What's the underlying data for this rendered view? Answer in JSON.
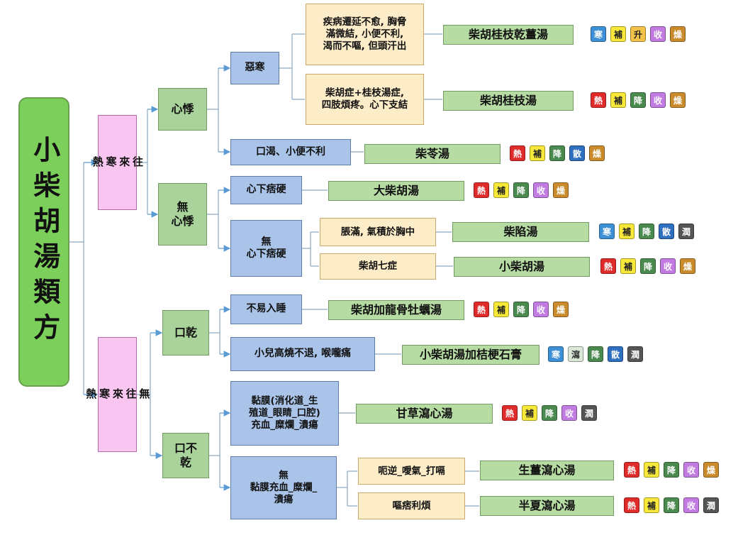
{
  "root": "小柴胡湯類方",
  "groups": [
    {
      "label": "往\n來\n寒\n熱"
    },
    {
      "label": "無\n往\n來\n寒\n熱"
    }
  ],
  "level2": [
    "心悸",
    "無\n心悸",
    "口乾",
    "口不\n乾"
  ],
  "level3": [
    "惡寒",
    "口渴、小便不利",
    "心下痞硬",
    "無\n心下痞硬",
    "不易入睡",
    "小兒高燒不退, 喉嚨痛",
    "黏膜(消化道_生\n殖道_眼睛_口腔)\n充血_糜爛_潰瘍",
    "無\n黏膜充血_糜爛_\n潰瘍"
  ],
  "level4": [
    "疾病遷延不愈, 胸脅\n滿微結, 小便不利,\n渴而不嘔, 但頭汗出",
    "柴胡症+桂枝湯症,\n四肢煩疼。心下支結",
    "脹滿, 氣積於胸中",
    "柴胡七症",
    "呃逆_噯氣_打嗝",
    "嘔痞利煩"
  ],
  "formulas": [
    {
      "name": "柴胡桂枝乾薑湯",
      "tags": [
        "寒",
        "補",
        "升",
        "收",
        "燥"
      ]
    },
    {
      "name": "柴胡桂枝湯",
      "tags": [
        "熱",
        "補",
        "降",
        "收",
        "燥"
      ]
    },
    {
      "name": "柴苓湯",
      "tags": [
        "熱",
        "補",
        "降",
        "散",
        "燥"
      ]
    },
    {
      "name": "大柴胡湯",
      "tags": [
        "熱",
        "補",
        "降",
        "收",
        "燥"
      ]
    },
    {
      "name": "柴陷湯",
      "tags": [
        "寒",
        "補",
        "降",
        "散",
        "潤"
      ]
    },
    {
      "name": "小柴胡湯",
      "tags": [
        "熱",
        "補",
        "降",
        "收",
        "燥"
      ]
    },
    {
      "name": "柴胡加龍骨牡蠣湯",
      "tags": [
        "熱",
        "補",
        "降",
        "收",
        "燥"
      ]
    },
    {
      "name": "小柴胡湯加桔梗石膏",
      "tags": [
        "寒",
        "瀉",
        "降",
        "散",
        "潤"
      ]
    },
    {
      "name": "甘草瀉心湯",
      "tags": [
        "熱",
        "補",
        "降",
        "收",
        "潤"
      ]
    },
    {
      "name": "生薑瀉心湯",
      "tags": [
        "熱",
        "補",
        "降",
        "收",
        "燥"
      ]
    },
    {
      "name": "半夏瀉心湯",
      "tags": [
        "熱",
        "補",
        "降",
        "收",
        "潤"
      ]
    }
  ],
  "tag_colors": {
    "寒": "#3d8fd6",
    "熱": "#e02b2b",
    "補": "#f7e83a",
    "瀉": "#dbe7d6",
    "升": "#f2c24a",
    "降": "#4a8a4e",
    "收": "#c27be0",
    "散": "#2f6fbf",
    "燥": "#c98b2c",
    "潤": "#555555"
  },
  "tag_text_colors": {
    "寒": "#ffffff",
    "熱": "#ffffff",
    "補": "#222222",
    "瀉": "#333333",
    "升": "#222222",
    "降": "#ffffff",
    "收": "#ffffff",
    "散": "#ffffff",
    "燥": "#ffffff",
    "潤": "#ffffff"
  }
}
